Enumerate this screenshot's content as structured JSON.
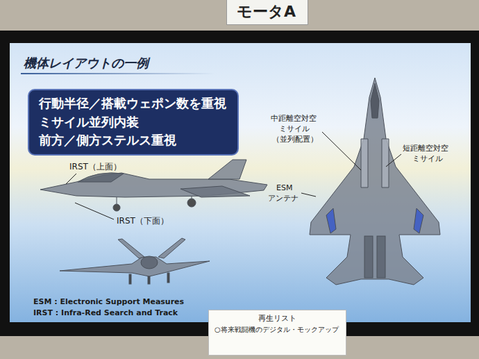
{
  "diagram": {
    "title": "機体レイアウトの一例",
    "nodes": [
      {
        "text": [
          "モータA"
        ]
      },
      {
        "text": [
          "行動半径／搭載ウェポン数を重視",
          "ミサイル並列内装",
          "前方／側方ステルス重視"
        ]
      },
      {
        "text": [
          "再生リスト",
          "○将来戦闘機のデジタル・モックアップ"
        ]
      }
    ],
    "labels": [
      "IRST（上面）",
      "IRST（下面）",
      "中距離空対空",
      "ミサイル",
      "（並列配置）",
      "短距離空対空",
      "ミサイル",
      "ESM",
      "アンテナ",
      "ESM : Electronic Support Measures",
      "IRST : Infra-Red Search and Track"
    ]
  }
}
